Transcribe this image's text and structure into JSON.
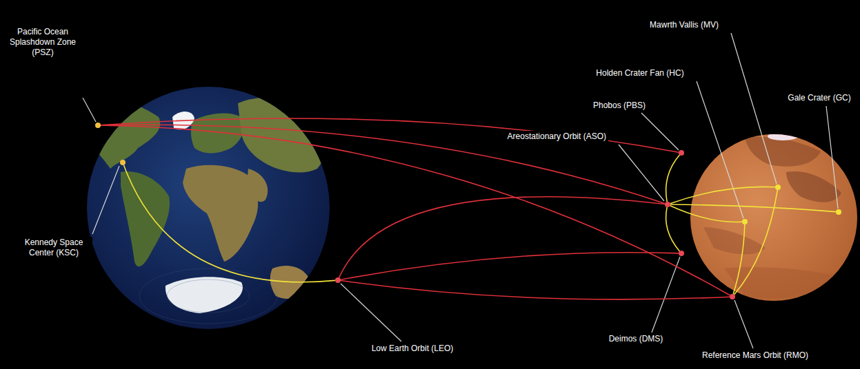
{
  "diagram": {
    "nodes": [
      {
        "text": [
          "Pacific Ocean Splashdown Zone (PSZ)"
        ]
      },
      {
        "text": [
          "Kennedy Space Center (KSC)"
        ]
      },
      {
        "text": [
          "Low Earth Orbit (LEO)"
        ]
      },
      {
        "text": [
          "Areostationary Orbit (ASO)"
        ]
      },
      {
        "text": [
          "Phobos (PBS)"
        ]
      },
      {
        "text": [
          "Holden Crater Fan (HC)"
        ]
      },
      {
        "text": [
          "Mawrth Vallis (MV)"
        ]
      },
      {
        "text": [
          "Gale Crater (GC)"
        ]
      },
      {
        "text": [
          "Deimos (DMS)"
        ]
      },
      {
        "text": [
          "Reference Mars Orbit (RMO)"
        ]
      }
    ],
    "edges": [
      {
        "from": 0,
        "to": 4,
        "arrow": "none"
      },
      {
        "from": 0,
        "to": 3,
        "arrow": "none"
      },
      {
        "from": 0,
        "to": 9,
        "arrow": "none"
      },
      {
        "from": 1,
        "to": 2,
        "arrow": "none"
      },
      {
        "from": 2,
        "to": 3,
        "arrow": "none"
      },
      {
        "from": 2,
        "to": 8,
        "arrow": "none"
      },
      {
        "from": 2,
        "to": 9,
        "arrow": "none"
      },
      {
        "from": 3,
        "to": 4,
        "arrow": "none"
      },
      {
        "from": 3,
        "to": 8,
        "arrow": "none"
      },
      {
        "from": 3,
        "to": 5,
        "arrow": "none"
      },
      {
        "from": 3,
        "to": 6,
        "arrow": "none"
      },
      {
        "from": 3,
        "to": 7,
        "arrow": "none"
      },
      {
        "from": 9,
        "to": 5,
        "arrow": "none"
      },
      {
        "from": 9,
        "to": 6,
        "arrow": "none"
      }
    ]
  }
}
